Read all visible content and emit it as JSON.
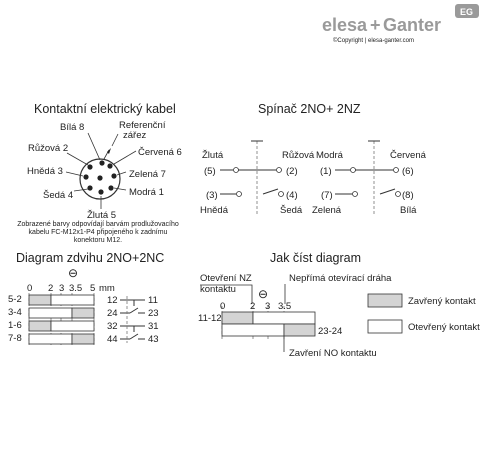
{
  "brand": {
    "name_left": "elesa",
    "plus": "+",
    "name_right": "Ganter",
    "badge": "EG",
    "copyright": "©Copyright | elesa-ganter.com",
    "color": "#9a9a9a"
  },
  "cable": {
    "title": "Kontaktní elektrický kabel",
    "pins": [
      {
        "label": "Bílá 8",
        "color": "white"
      },
      {
        "label": "Růžová 2",
        "color": "pink"
      },
      {
        "label": "Hnědá 3",
        "color": "brown"
      },
      {
        "label": "Šedá 4",
        "color": "gray"
      },
      {
        "label": "Žlutá 5",
        "color": "yellow"
      },
      {
        "label": "Modrá 1",
        "color": "blue"
      },
      {
        "label": "Zelená 7",
        "color": "green"
      },
      {
        "label": "Červená 6",
        "color": "red"
      }
    ],
    "ref_line1": "Referenční",
    "ref_line2": "zářez",
    "note_lines": [
      "Zobrazené barvy odpovídají barvám prodlužovacího",
      "kabelu FC-M12x1-P4 připojeného k zadnímu",
      "konektoru M12."
    ]
  },
  "switch": {
    "title": "Spínač 2NO+ 2NZ",
    "top_labels": [
      "Žlutá",
      "Růžová",
      "Modrá",
      "Červená"
    ],
    "top_numbers": [
      "(5)",
      "(2)",
      "(1)",
      "(6)"
    ],
    "bottom_numbers": [
      "(3)",
      "(4)",
      "(7)",
      "(8)"
    ],
    "bottom_labels": [
      "Hnědá",
      "Šedá",
      "Zelená",
      "Bílá"
    ]
  },
  "travel": {
    "title": "Diagram zdvihu 2NO+2NC",
    "direction_symbol": "⊖",
    "axis_ticks": [
      "0",
      "2",
      "3",
      "3.5",
      "5"
    ],
    "axis_unit": "mm",
    "rows": [
      {
        "left": "5-2",
        "right_top": "11",
        "right_bottom": "12"
      },
      {
        "left": "3-4",
        "right_top": "24",
        "right_bottom": "23"
      },
      {
        "left": "1-6",
        "right_top": "32",
        "right_bottom": "31"
      },
      {
        "left": "7-8",
        "right_top": "44",
        "right_bottom": "43"
      }
    ]
  },
  "howto": {
    "title": "Jak číst diagram",
    "label_open_nc_1": "Otevření NZ",
    "label_open_nc_2": "kontaktu",
    "label_positive": "Nepřímá otevírací dráha",
    "direction_symbol": "⊖",
    "ticks": [
      "0",
      "2",
      "3",
      "3.5"
    ],
    "row_top": "11-12",
    "row_bottom": "23-24",
    "label_close_no": "Zavření NO kontaktu",
    "legend_closed": "Zavřený kontakt",
    "legend_open": "Otevřený kontakt"
  }
}
